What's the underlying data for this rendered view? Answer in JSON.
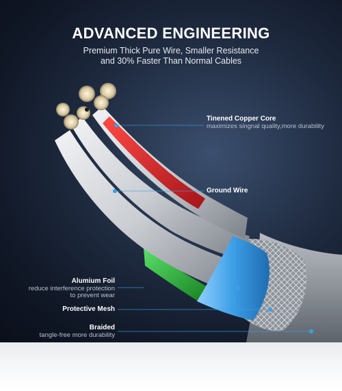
{
  "header": {
    "title": "ADVANCED ENGINEERING",
    "subtitle_line1": "Premium Thick Pure Wire, Smaller Resistance",
    "subtitle_line2": "and 30% Faster Than Normal Cables"
  },
  "callouts": {
    "copper_core": {
      "title": "Tinened Copper Core",
      "desc": "maximizes singnal quality,more durability"
    },
    "ground_wire": {
      "title": "Ground Wire"
    },
    "aluminum_foil": {
      "title": "Alumium Foil",
      "desc_line1": "reduce interference protection",
      "desc_line2": "to prevent wear"
    },
    "protective_mesh": {
      "title": "Protective Mesh"
    },
    "braided": {
      "title": "Braided",
      "desc": "tangle-free more durability"
    }
  },
  "colors": {
    "background_dark": "#0f1624",
    "accent_blue": "#3aa0e6",
    "wire_red": "#d8262a",
    "wire_green": "#2db53a",
    "wire_white": "#d6d9de"
  }
}
